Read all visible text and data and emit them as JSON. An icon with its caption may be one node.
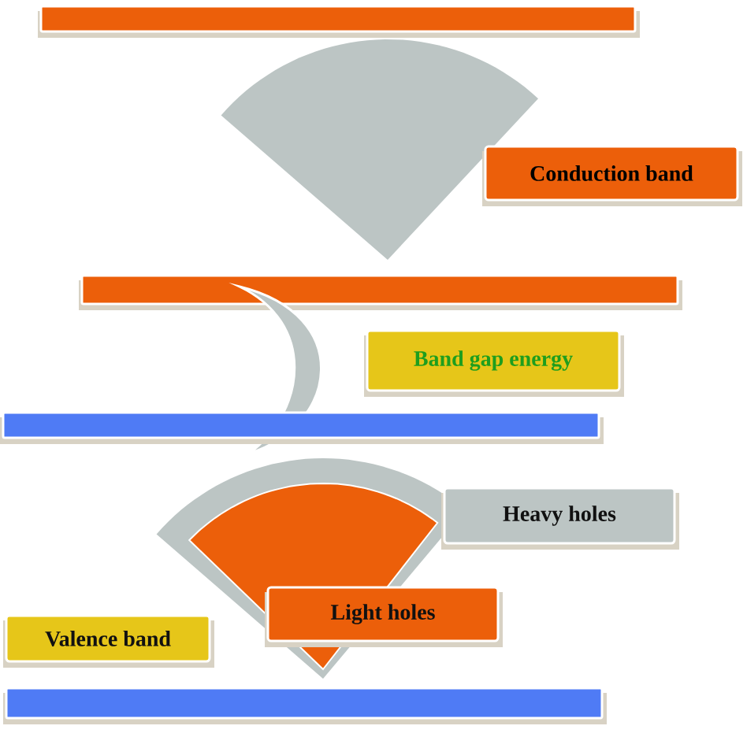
{
  "diagram": {
    "nodes": [
      {
        "text": [
          "Conduction band"
        ]
      },
      {
        "text": [
          "Band gap energy"
        ]
      },
      {
        "text": [
          "Heavy holes"
        ]
      },
      {
        "text": [
          "Light holes"
        ]
      },
      {
        "text": [
          "Valence band"
        ]
      }
    ]
  }
}
